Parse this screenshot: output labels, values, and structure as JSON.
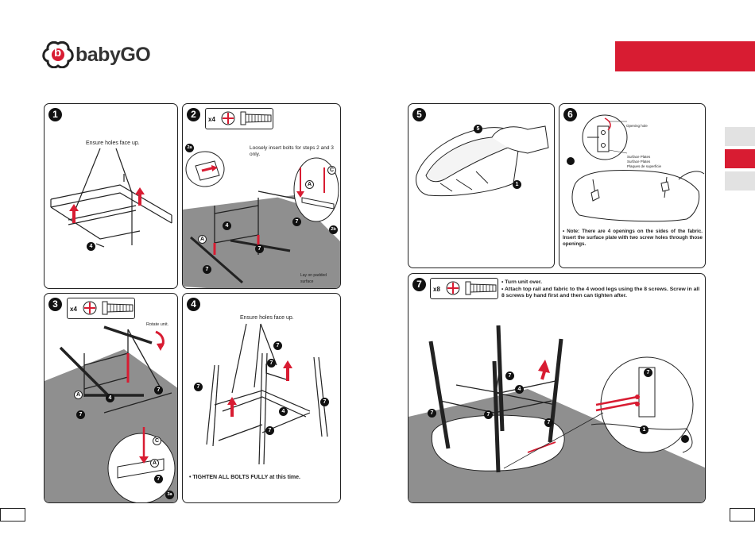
{
  "brand": {
    "name": "babyGO",
    "logo_letter": "b",
    "accent_color": "#d81c32"
  },
  "steps": [
    {
      "number": "1",
      "note": "Ensure holes face up.",
      "callouts": [
        "4"
      ]
    },
    {
      "number": "2",
      "qty": "x4",
      "sub_a": "2a",
      "sub_b": "2b",
      "note": "Loosely insert bolts for steps 2 and 3 only.",
      "floor_label": "Lay on padded surface",
      "callouts": [
        "4",
        "7",
        "7",
        "7",
        "A",
        "A",
        "C"
      ]
    },
    {
      "number": "3",
      "qty": "x4",
      "rotate_label": "Rotate unit.",
      "sub": "3a",
      "callouts": [
        "A",
        "4",
        "7",
        "7",
        "C",
        "A",
        "7"
      ]
    },
    {
      "number": "4",
      "note": "Ensure holes face up.",
      "footer": "• TIGHTEN ALL BOLTS FULLY at this time.",
      "callouts": [
        "7",
        "7",
        "7",
        "7",
        "4",
        "7"
      ]
    },
    {
      "number": "5",
      "callouts": [
        "5",
        "1"
      ]
    },
    {
      "number": "6",
      "labels": [
        "Opening hole",
        "Surface Plates",
        "Surface Plates",
        "Plaques de superficie"
      ],
      "note": "• Note: There are 4 openings on the sides of the fabric. Insert the surface plate with two screw holes through those openings."
    },
    {
      "number": "7",
      "qty": "x8",
      "instructions": [
        "Turn unit over.",
        "Attach top rail and fabric to the 4 wood legs using the 8 screws. Screw in all 8 screws by hand first and then can tighten after."
      ],
      "callouts": [
        "7",
        "7",
        "7",
        "4",
        "7",
        "7",
        "1"
      ]
    }
  ]
}
